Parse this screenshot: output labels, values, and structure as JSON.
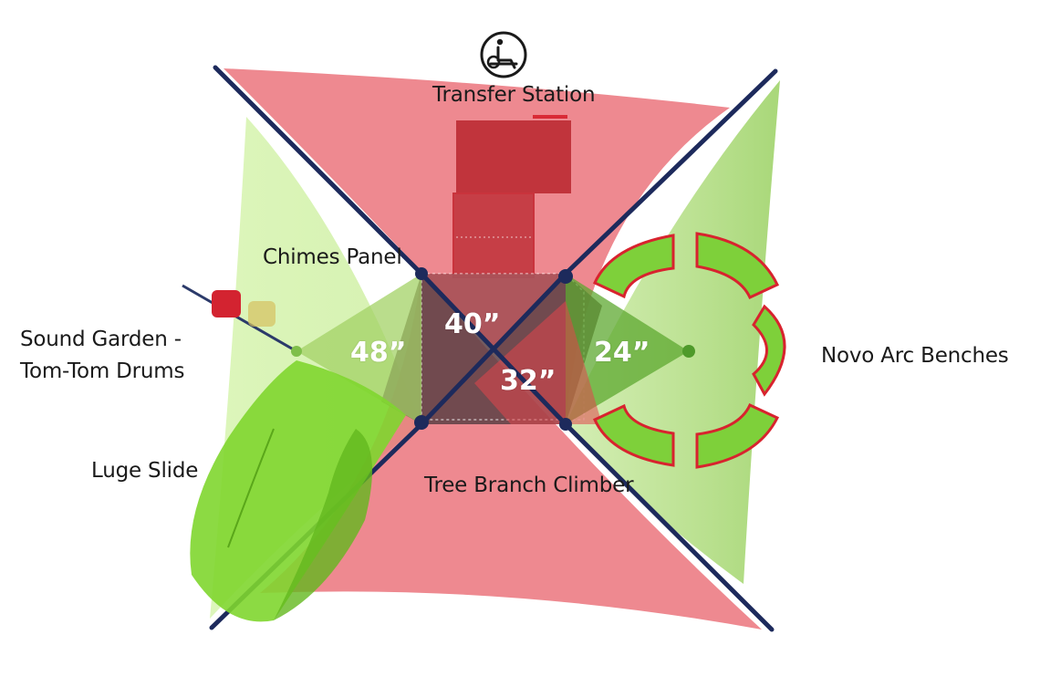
{
  "labels": {
    "transfer_station": "Transfer Station",
    "chimes_panel": "Chimes Panel",
    "sound_garden_line1": "Sound Garden -",
    "sound_garden_line2": "Tom-Tom Drums",
    "luge_slide": "Luge Slide",
    "tree_branch_climber": "Tree Branch Climber",
    "novo_arc_benches": "Novo Arc Benches"
  },
  "heights": {
    "h48": "48”",
    "h40": "40”",
    "h32": "32”",
    "h24": "24”"
  },
  "icons": {
    "accessibility": "wheelchair-transfer-icon"
  },
  "colors": {
    "shade_red": "#ea6f78",
    "shade_green": "#a8dc6c",
    "post_navy": "#1d2a5c",
    "deck_brown": "#5b3f44",
    "slide_green": "#7fd62f",
    "transfer_red": "#b8262e",
    "bench_green": "#7ed03a"
  }
}
